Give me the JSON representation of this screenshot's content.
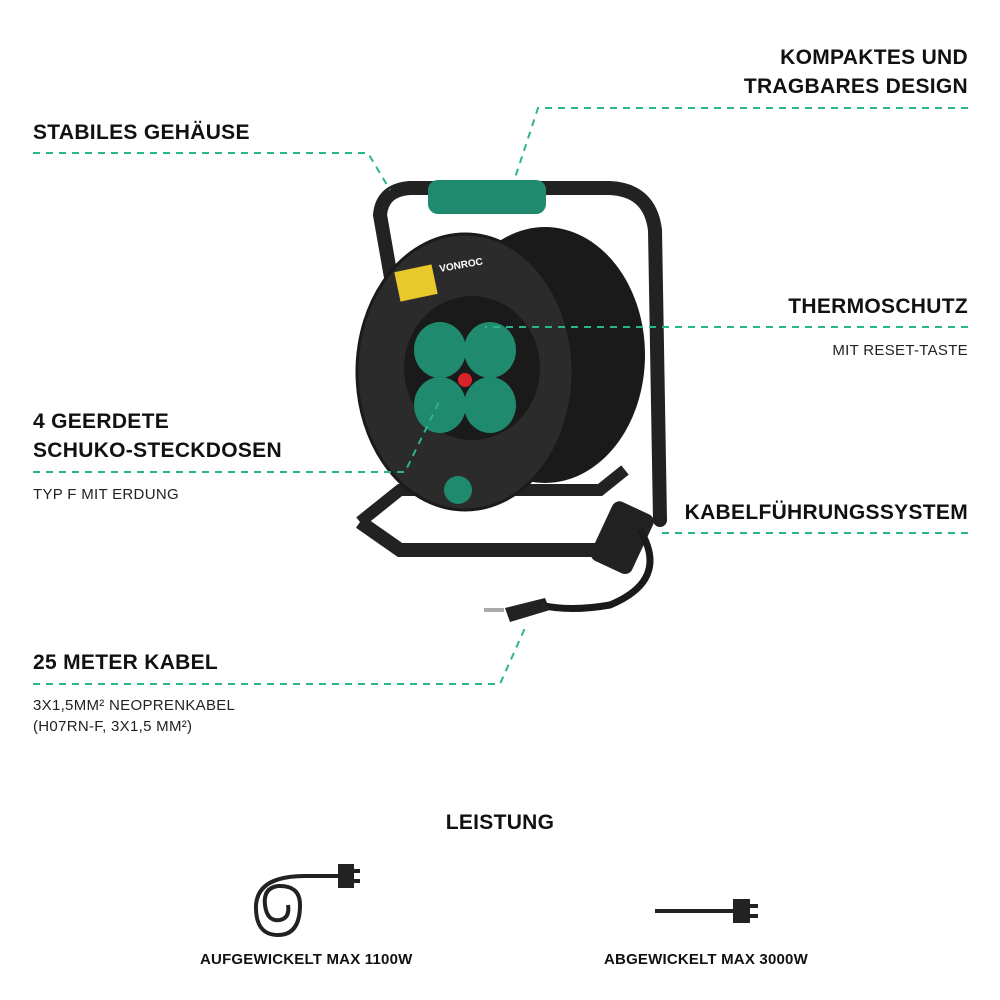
{
  "features": {
    "housing": {
      "title": "STABILES GEHÄUSE"
    },
    "design": {
      "title_line1": "KOMPAKTES UND",
      "title_line2": "TRAGBARES DESIGN"
    },
    "thermal": {
      "title": "THERMOSCHUTZ",
      "subtitle": "MIT RESET-TASTE"
    },
    "sockets": {
      "title_line1": "4 GEERDETE",
      "title_line2": "SCHUKO-STECKDOSEN",
      "subtitle": "TYP F MIT ERDUNG"
    },
    "guide": {
      "title": "KABELFÜHRUNGSSYSTEM"
    },
    "cable": {
      "title": "25 METER KABEL",
      "subtitle_line1": "3X1,5MM² NEOPRENKABEL",
      "subtitle_line2": "(H07RN-F, 3X1,5 MM²)"
    }
  },
  "product": {
    "brand_logo": "VONROC",
    "icon": "cable-reel-image"
  },
  "power": {
    "title": "LEISTUNG",
    "coiled": {
      "icon": "coiled-cable-plug-icon",
      "label": "AUFGEWICKELT MAX 1100W"
    },
    "uncoiled": {
      "icon": "straight-cable-plug-icon",
      "label": "ABGEWICKELT MAX 3000W"
    }
  },
  "colors": {
    "accent": "#2bb58a",
    "product_green": "#1f8a6e",
    "text": "#111111"
  }
}
